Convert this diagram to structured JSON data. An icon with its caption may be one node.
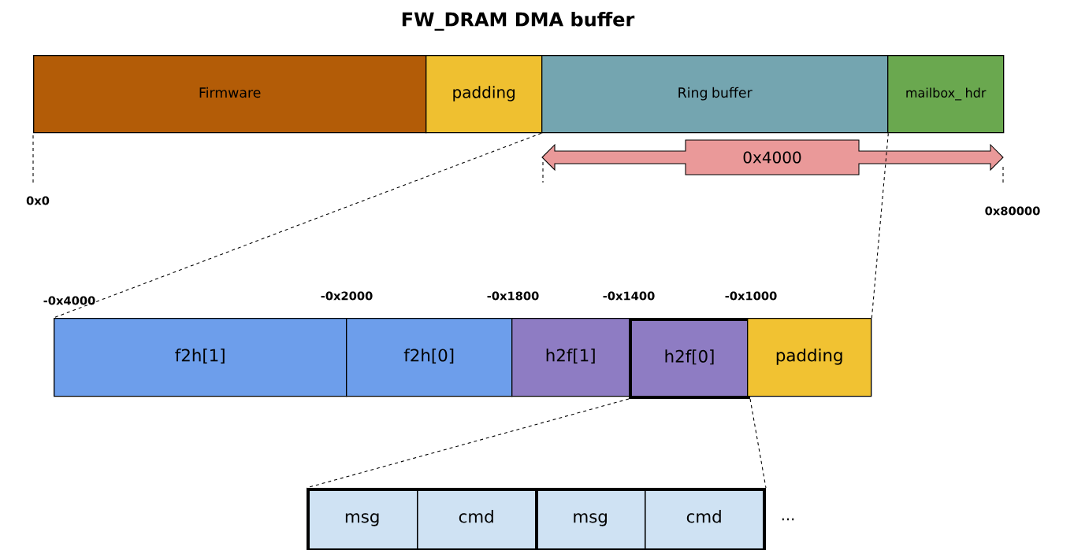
{
  "diagram": {
    "title": "FW_DRAM DMA buffer",
    "nodes": [
      {
        "text": [
          "Firmware"
        ]
      },
      {
        "text": [
          "padding"
        ]
      },
      {
        "text": [
          "Ring buffer"
        ]
      },
      {
        "text": [
          "mailbox_ hdr"
        ]
      },
      {
        "text": [
          "f2h[1]"
        ]
      },
      {
        "text": [
          "f2h[0]"
        ]
      },
      {
        "text": [
          "h2f[1]"
        ]
      },
      {
        "text": [
          "h2f[0]"
        ]
      },
      {
        "text": [
          "padding"
        ]
      },
      {
        "text": [],
        "shape": "box"
      },
      {
        "text": [
          "msg"
        ],
        "in": 9
      },
      {
        "text": [
          "cmd"
        ],
        "in": 9
      },
      {
        "text": [],
        "shape": "box"
      },
      {
        "text": [
          "msg"
        ],
        "in": 12
      },
      {
        "text": [
          "cmd"
        ],
        "in": 12
      }
    ],
    "edges": [
      {
        "from": 2,
        "to": 4,
        "arrow": "none",
        "style": "dashed"
      },
      {
        "from": 2,
        "to": 8,
        "arrow": "none",
        "style": "dashed"
      },
      {
        "from": 7,
        "to": 9,
        "arrow": "none",
        "style": "dashed"
      },
      {
        "from": 7,
        "to": 12,
        "arrow": "none",
        "style": "dashed"
      }
    ],
    "labels": [
      "0x4000",
      "0x0",
      "0x80000",
      "-0x4000",
      "-0x2000",
      "-0x1800",
      "-0x1400",
      "-0x1000",
      "…"
    ]
  }
}
